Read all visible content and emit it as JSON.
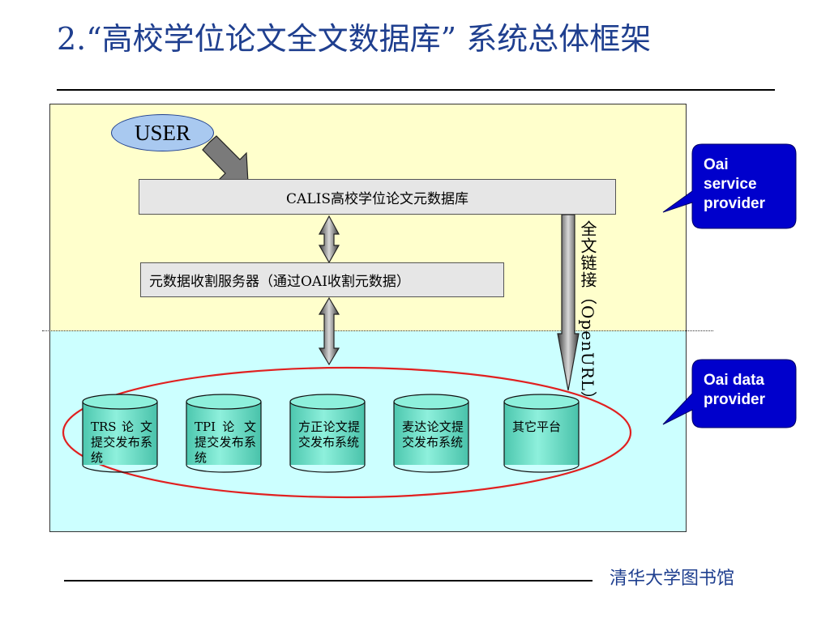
{
  "title": "2.“高校学位论文全文数据库” 系统总体框架",
  "diagram": {
    "user_label": "USER",
    "calis_box_label": "CALIS高校学位论文元数据库",
    "harvest_box_label": "元数据收割服务器（通过OAI收割元数据）",
    "fulltext_link_label": "全文链接（OpenURL）",
    "callouts": {
      "service_provider": "Oai service provider",
      "data_provider": "Oai data provider"
    },
    "databases": [
      {
        "label": "TRS 论 文 提交发布系统"
      },
      {
        "label": "TPI 论 文 提交发布系统"
      },
      {
        "label": "方正论文提交发布系统"
      },
      {
        "label": "麦达论文提交发布系统"
      },
      {
        "label": "其它平台"
      }
    ],
    "colors": {
      "service_zone": "#ffffcc",
      "data_zone": "#ccffff",
      "callout_fill": "#0000cc",
      "cylinder_fill": "#66e0c8",
      "ellipse_stroke": "#e02020",
      "title_color": "#1f3f8f"
    }
  },
  "footer": {
    "organization": "清华大学图书馆"
  }
}
